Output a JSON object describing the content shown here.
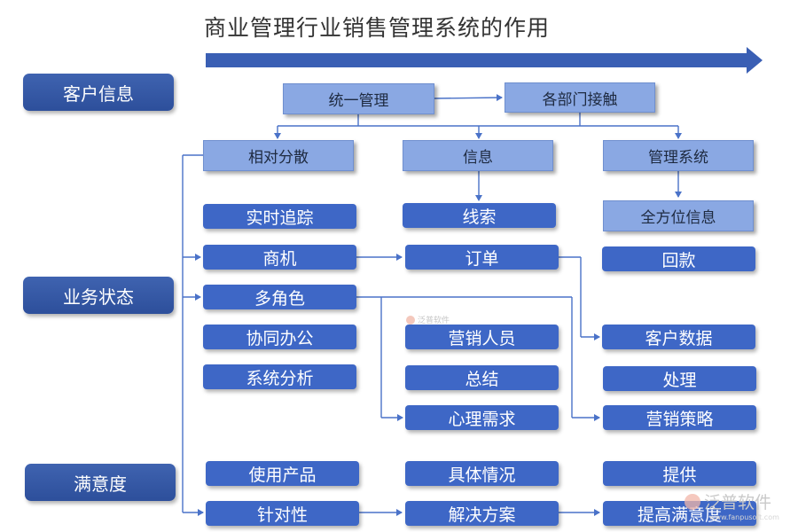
{
  "title": "商业管理行业销售管理系统的作用",
  "categories": {
    "customer_info": "客户信息",
    "business_status": "业务状态",
    "satisfaction": "满意度"
  },
  "top": {
    "unified_management": "统一管理",
    "department_contact": "各部门接触"
  },
  "headers": {
    "relatively_scattered": "相对分散",
    "information": "信息",
    "management_system": "管理系统"
  },
  "left_column": [
    "实时追踪",
    "商机",
    "多角色",
    "协同办公",
    "系统分析",
    "使用产品",
    "针对性"
  ],
  "middle_column": [
    "线索",
    "订单",
    "营销人员",
    "总结",
    "心理需求",
    "具体情况",
    "解决方案"
  ],
  "right_column": [
    "全方位信息",
    "回款",
    "客户数据",
    "处理",
    "营销策略",
    "提供",
    "提高满意度"
  ],
  "watermark": {
    "brand": "泛普软件",
    "url": "www.fanpusoft.com"
  },
  "colors": {
    "category_fill": "#2d4f9b",
    "header_fill": "#8aa8e3",
    "leaf_fill": "#3e67c6",
    "connector": "#4a72c8"
  }
}
